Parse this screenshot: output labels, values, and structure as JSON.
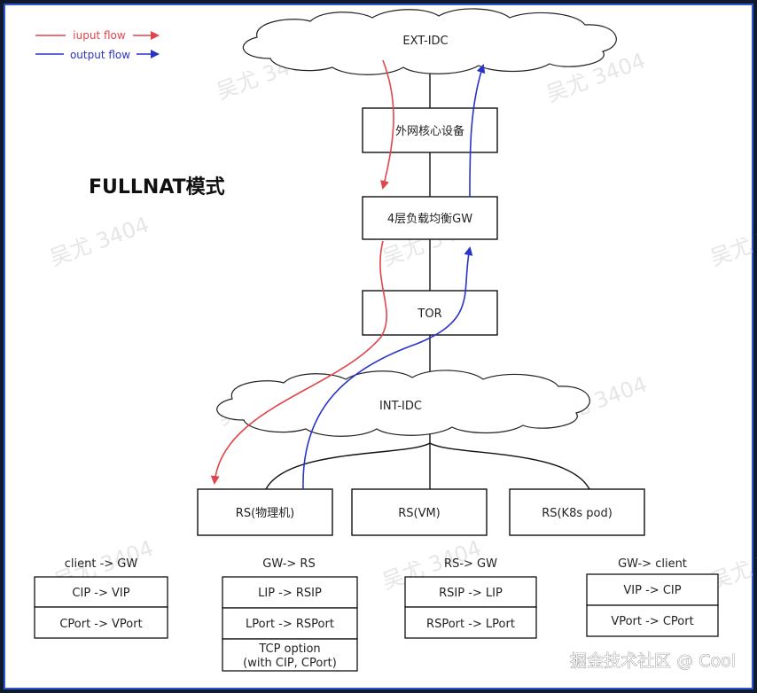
{
  "title": "FULLNAT模式",
  "legend": {
    "input_label": "iuput flow",
    "output_label": "output flow"
  },
  "colors": {
    "input": "#e0454a",
    "output": "#2a33c8",
    "border": "#2f56c9",
    "line": "#111111"
  },
  "nodes": {
    "ext_idc": "EXT-IDC",
    "core": "外网核心设备",
    "gw": "4层负载均衡GW",
    "tor": "TOR",
    "int_idc": "INT-IDC",
    "rs_phys": "RS(物理机)",
    "rs_vm": "RS(VM)",
    "rs_k8s": "RS(K8s pod)"
  },
  "tables": [
    {
      "header": "client -> GW",
      "rows": [
        "CIP -> VIP",
        "CPort -> VPort"
      ]
    },
    {
      "header": "GW-> RS",
      "rows": [
        "LIP -> RSIP",
        "LPort -> RSPort",
        "TCP option",
        "(with CIP, CPort)"
      ]
    },
    {
      "header": "RS-> GW",
      "rows": [
        "RSIP -> LIP",
        "RSPort -> LPort"
      ]
    },
    {
      "header": "GW-> client",
      "rows": [
        "VIP -> CIP",
        "VPort -> CPort"
      ]
    }
  ],
  "watermark": "吴尤 3404",
  "site_mark": "掘金技术社区 @ Cool"
}
